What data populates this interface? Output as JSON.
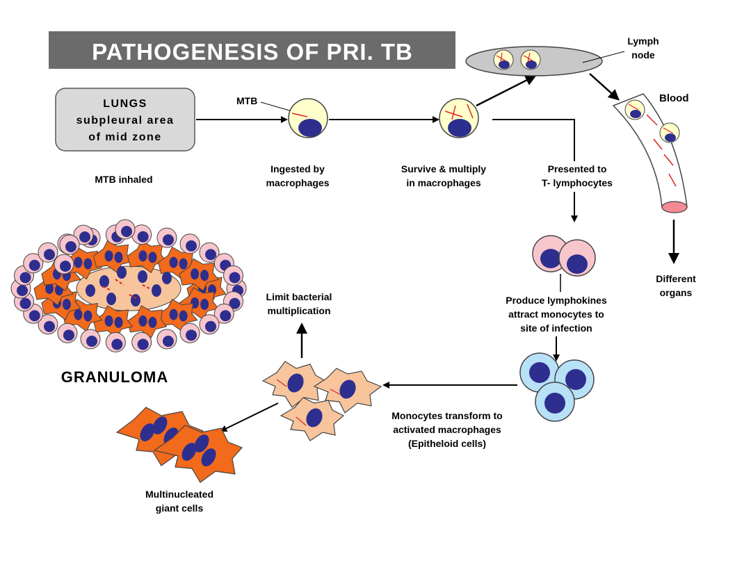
{
  "title": "PATHOGENESIS OF PRI. TB",
  "lungs_box": [
    "LUNGS",
    "subpleural area",
    "of mid zone"
  ],
  "labels": {
    "mtb_inhaled": "MTB inhaled",
    "mtb": "MTB",
    "ingested": [
      "Ingested by",
      "macrophages"
    ],
    "survive": [
      "Survive & multiply",
      "in macrophages"
    ],
    "presented": [
      "Presented  to",
      "T- lymphocytes"
    ],
    "lymph_node": [
      "Lymph",
      "node"
    ],
    "blood": "Blood",
    "different_organs": [
      "Different",
      "organs"
    ],
    "produce": [
      "Produce lymphokines",
      "attract monocytes to",
      "site of infection"
    ],
    "monocytes_transform": [
      "Monocytes transform to",
      "activated macrophages",
      "(Epitheloid cells)"
    ],
    "limit": [
      "Limit bacterial",
      "multiplication"
    ],
    "multinucleated": [
      "Multinucleated",
      "giant cells"
    ],
    "granuloma": "GRANULOMA"
  },
  "colors": {
    "title_bg": "#6b6b6b",
    "title_text": "#ffffff",
    "box_bg": "#d9d9d9",
    "macrophage": "#ffffcc",
    "nucleus": "#2e2e8f",
    "bacteria": "#e02020",
    "lymphocyte": "#f7c6cc",
    "monocyte": "#b7e1f7",
    "epitheloid": "#f7c49c",
    "giant": "#f26a1b",
    "node": "#c8c8c8",
    "vessel_end": "#f48a94"
  }
}
